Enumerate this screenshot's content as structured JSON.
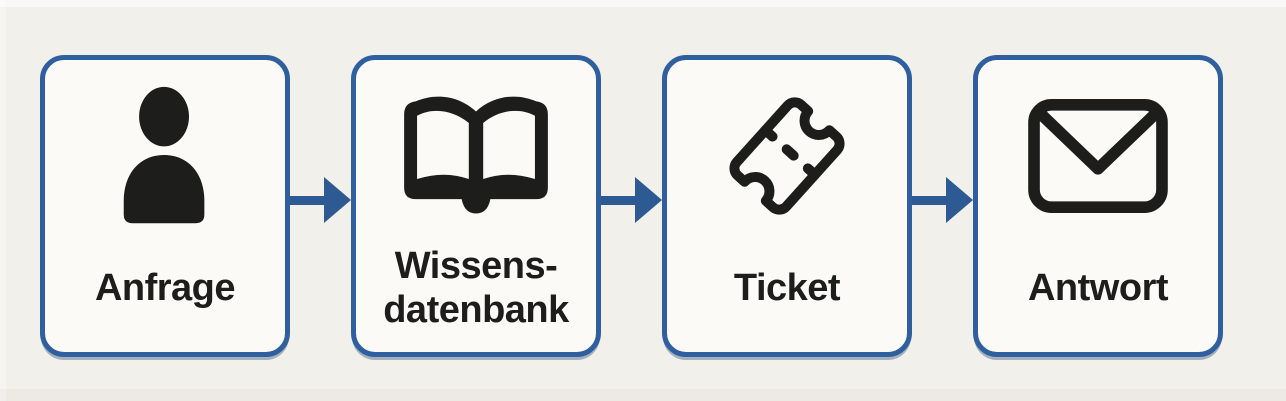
{
  "flow": {
    "steps": [
      {
        "icon": "user-icon",
        "lines": [
          "Anfrage"
        ]
      },
      {
        "icon": "open-book-icon",
        "lines": [
          "Wissens-",
          "datenbank"
        ]
      },
      {
        "icon": "ticket-icon",
        "lines": [
          "Ticket"
        ]
      },
      {
        "icon": "envelope-icon",
        "lines": [
          "Antwort"
        ]
      }
    ],
    "arrows": 3
  },
  "colors": {
    "page_background": "#f2f0ea",
    "card_background": "#fbfaf6",
    "card_border_blue": "#2f5f9e",
    "arrow_blue": "#2d5a93",
    "icon_ink": "#1d1d1b",
    "label_text": "#1d1d1b"
  }
}
